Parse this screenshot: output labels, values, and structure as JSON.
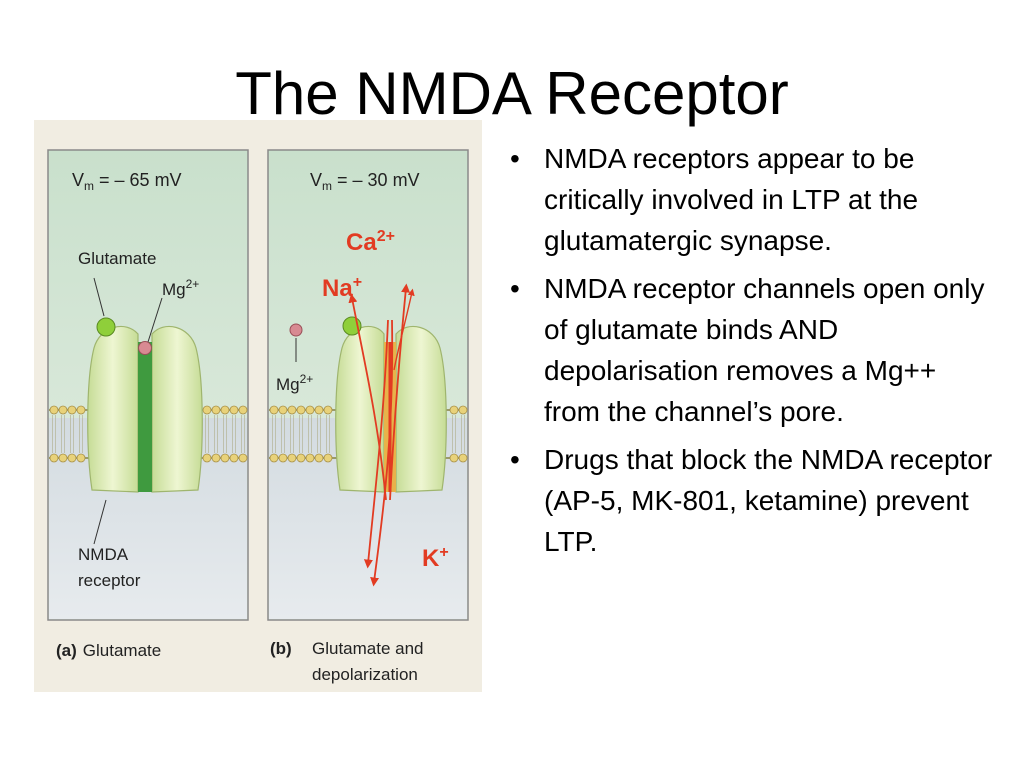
{
  "title": "The NMDA Receptor",
  "figure": {
    "panel_a": {
      "voltage_prefix": "V",
      "voltage_sub": "m",
      "voltage_value": " = – 65 mV",
      "glutamate_label": "Glutamate",
      "mg_label": "Mg",
      "mg_sup": "2+",
      "receptor_label_1": "NMDA",
      "receptor_label_2": "receptor",
      "caption_letter": "(a)",
      "caption_text": "Glutamate"
    },
    "panel_b": {
      "voltage_prefix": "V",
      "voltage_sub": "m",
      "voltage_value": " = – 30 mV",
      "ca_label": "Ca",
      "ca_sup": "2+",
      "na_label": "Na",
      "na_sup": "+",
      "mg_label": "Mg",
      "mg_sup": "2+",
      "k_label": "K",
      "k_sup": "+",
      "caption_letter": "(b)",
      "caption_text_1": "Glutamate and",
      "caption_text_2": "depolarization"
    },
    "colors": {
      "extracellular": "#cfe3d2",
      "intracellular": "#d7dde2",
      "receptor": "#dcebb5",
      "channel": "#3f9a3f",
      "ion_red": "#e23b22",
      "glutamate": "#8fcf3a",
      "magnesium": "#d88a92"
    }
  },
  "bullets": [
    {
      "marker": "•",
      "text": "NMDA receptors appear to be critically involved in LTP at the glutamatergic synapse."
    },
    {
      "marker": "•",
      "text": "NMDA receptor channels open only of glutamate binds AND depolarisation removes a Mg++ from the channel’s pore."
    },
    {
      "marker": "•",
      "text": "Drugs that block the NMDA receptor (AP-5, MK-801, ketamine) prevent LTP."
    }
  ]
}
